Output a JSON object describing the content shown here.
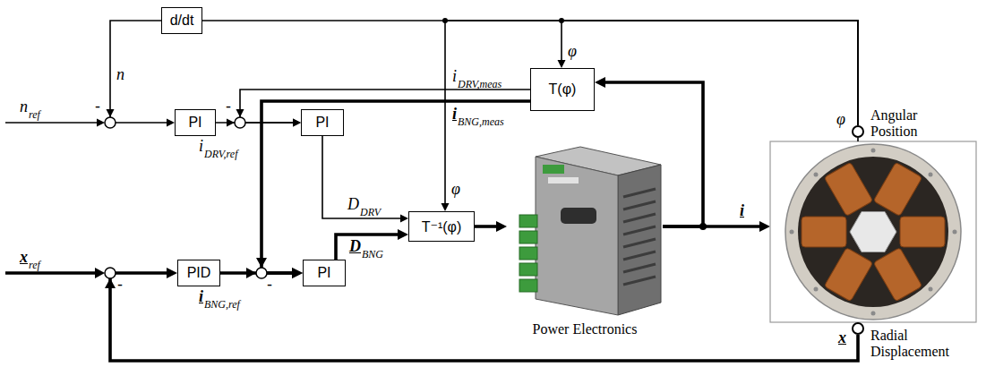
{
  "diagram": {
    "nodes": [
      {
        "text": [
          "d/dt"
        ]
      },
      {
        "text": [
          "PI"
        ]
      },
      {
        "text": [
          "PI"
        ]
      },
      {
        "text": [
          "T(φ)"
        ]
      },
      {
        "text": [
          "Angular Position"
        ]
      },
      {
        "text": [
          "T⁻¹(φ)"
        ]
      },
      {
        "text": [
          "Power Electronics"
        ]
      },
      {
        "text": [
          "PID"
        ]
      },
      {
        "text": [
          "PI"
        ]
      },
      {
        "text": [
          "Radial Displacement"
        ]
      }
    ],
    "edges": [
      {
        "from": 4,
        "to": 0,
        "arrow": "none"
      },
      {
        "from": 4,
        "to": 3,
        "arrow": "to"
      },
      {
        "from": 4,
        "to": 5,
        "arrow": "to"
      },
      {
        "from": 0,
        "to": 1,
        "arrow": "to"
      },
      {
        "from": 1,
        "to": 2,
        "arrow": "to"
      },
      {
        "from": 3,
        "to": 2,
        "arrow": "to"
      },
      {
        "from": 3,
        "to": 8,
        "arrow": "to"
      },
      {
        "from": 2,
        "to": 5,
        "arrow": "to"
      },
      {
        "from": 8,
        "to": 5,
        "arrow": "to"
      },
      {
        "from": 5,
        "to": 6,
        "arrow": "to"
      },
      {
        "from": 6,
        "to": 3,
        "arrow": "to"
      },
      {
        "from": 9,
        "to": 7,
        "arrow": "to"
      },
      {
        "from": 7,
        "to": 8,
        "arrow": "to"
      }
    ],
    "labels": [
      "n",
      "ref",
      "n",
      "-",
      "i",
      "DRV,ref",
      "-",
      "i",
      "DRV,meas",
      "i",
      "BNG,meas",
      "φ",
      "φ",
      "D",
      "DRV",
      "D",
      "BNG",
      "φ",
      "i",
      "x",
      "ref",
      "-",
      "i",
      "BNG,ref",
      "-",
      "x"
    ]
  }
}
